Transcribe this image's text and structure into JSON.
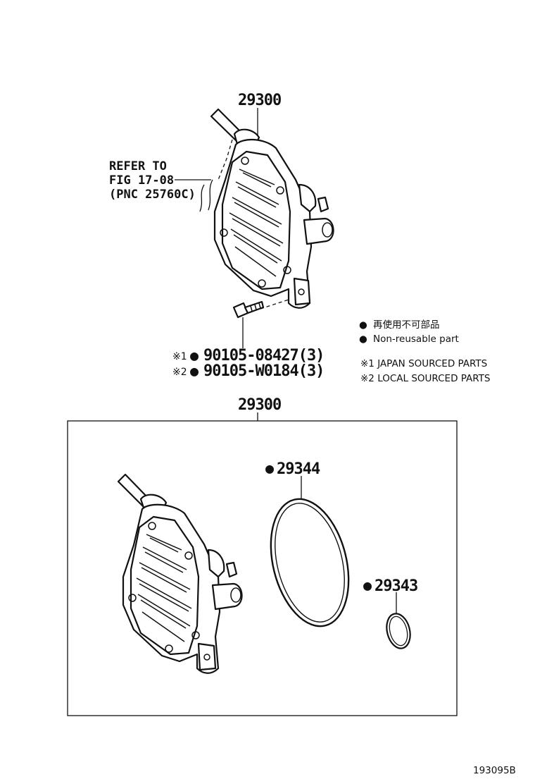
{
  "diagram": {
    "top_part_number": "29300",
    "refer": {
      "line1": "REFER TO",
      "line2": "FIG 17-08",
      "line3": "(PNC 25760C)"
    },
    "bolts": [
      {
        "mark": "※1",
        "dot": "●",
        "part_number": "90105-08427(3)"
      },
      {
        "mark": "※2",
        "dot": "●",
        "part_number": "90105-W0184(3)"
      }
    ],
    "legend": {
      "dot": "●",
      "japanese": "再使用不可部品",
      "english": "Non-reusable part",
      "japan_sourced": "※1  JAPAN SOURCED PARTS",
      "local_sourced": "※2  LOCAL SOURCED PARTS"
    },
    "kit": {
      "part_number": "29300",
      "large_oring": {
        "dot": "●",
        "part_number": "29344"
      },
      "small_oring": {
        "dot": "●",
        "part_number": "29343"
      }
    },
    "figure_code": "193095B"
  }
}
